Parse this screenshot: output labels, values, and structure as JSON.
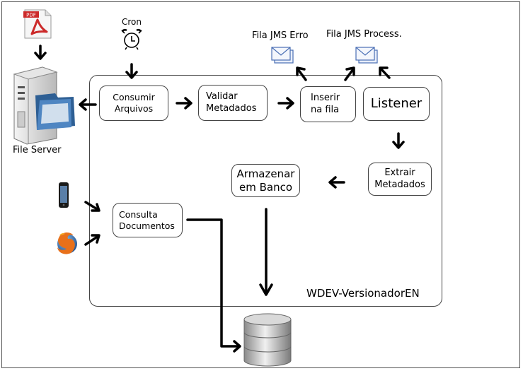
{
  "labels": {
    "file_server": "File Server",
    "cron": "Cron",
    "queue_error": "Fila JMS Erro",
    "queue_process": "Fila JMS Process.",
    "system_name": "WDEV-VersionadorEN"
  },
  "nodes": {
    "consumir": "Consumir\nArquivos",
    "validar": "Validar\nMetadados",
    "inserir": "Inserir\nna fila",
    "listener": "Listener",
    "extrair": "Extrair\nMetadados",
    "armazenar": "Armazenar\nem Banco",
    "consulta": "Consulta\nDocumentos"
  },
  "icons": {
    "pdf_badge": "PDF",
    "pdf": "pdf-file-icon",
    "server": "file-server-icon",
    "clock": "alarm-clock-icon",
    "mail": "envelope-icon",
    "phone": "smartphone-icon",
    "browser": "firefox-icon",
    "database": "database-icon"
  },
  "colors": {
    "pdf_red": "#cc2a2a",
    "folder_blue": "#3a6ea5",
    "envelope_blue": "#4a6fb5",
    "firefox_orange": "#e8701a"
  }
}
